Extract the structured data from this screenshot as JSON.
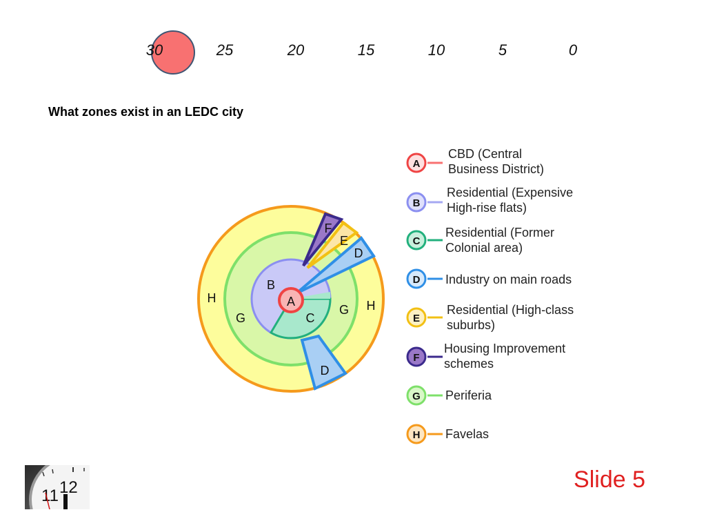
{
  "timer": {
    "ticks": [
      "30",
      "25",
      "20",
      "15",
      "10",
      "5",
      "0"
    ],
    "current": "30"
  },
  "heading": "What zones exist in an LEDC city",
  "zones": {
    "A": "A",
    "B": "B",
    "C": "C",
    "D": "D",
    "E": "E",
    "F": "F",
    "G": "G",
    "H": "H"
  },
  "legend": [
    {
      "letter": "A",
      "line1": "CBD (Central",
      "line2": "Business District)",
      "color": "#ef4444"
    },
    {
      "letter": "B",
      "line1": "Residential (Expensive",
      "line2": "High-rise flats)",
      "color": "#8b8ff0"
    },
    {
      "letter": "C",
      "line1": "Residential (Former",
      "line2": "Colonial area)",
      "color": "#22b07d"
    },
    {
      "letter": "D",
      "line1": "Industry on main roads",
      "line2": "",
      "color": "#2f8fe6"
    },
    {
      "letter": "E",
      "line1": "Residential (High-class",
      "line2": "suburbs)",
      "color": "#f2c014"
    },
    {
      "letter": "F",
      "line1": "Housing Improvement",
      "line2": "schemes",
      "color": "#3b2a8c"
    },
    {
      "letter": "G",
      "line1": "Periferia",
      "line2": "",
      "color": "#7ee06a"
    },
    {
      "letter": "H",
      "line1": "Favelas",
      "line2": "",
      "color": "#f59a1c"
    }
  ],
  "clock": {
    "n11": "11",
    "n12": "12"
  },
  "slide_label": "Slide 5"
}
